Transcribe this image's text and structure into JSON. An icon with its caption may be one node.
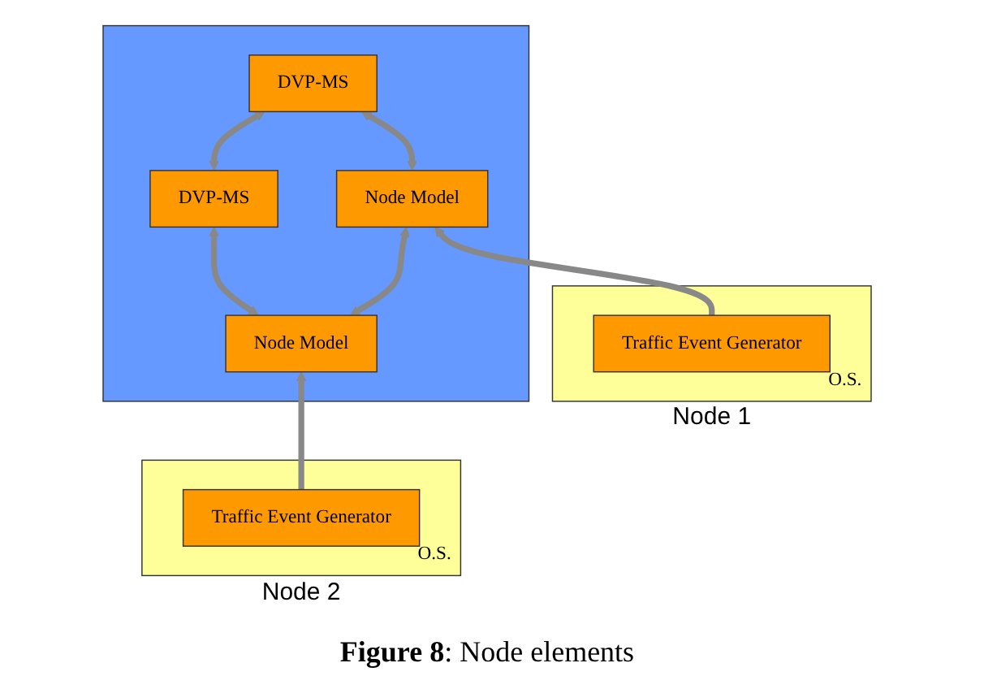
{
  "diagram": {
    "caption": "**Figure 8**: Node elements",
    "nodes": [
      {
        "text": [
          "O.S."
        ],
        "beside": [
          "Node 1"
        ]
      },
      {
        "text": [
          "O.S."
        ],
        "beside": [
          "Node 2"
        ]
      },
      {
        "text": [],
        "shape": "box"
      },
      {
        "text": [
          "DVP-MS"
        ],
        "in": 2
      },
      {
        "text": [
          "DVP-MS"
        ],
        "in": 2
      },
      {
        "text": [
          "Node Model"
        ],
        "in": 2
      },
      {
        "text": [
          "Node Model"
        ],
        "in": 2
      },
      {
        "text": [
          "Traffic Event Generator"
        ],
        "in": 0
      },
      {
        "text": [
          "Traffic Event Generator"
        ],
        "in": 1
      }
    ],
    "edges": [
      {
        "from": 3,
        "to": 4,
        "arrow": "both"
      },
      {
        "from": 3,
        "to": 5,
        "arrow": "both"
      },
      {
        "from": 4,
        "to": 6,
        "arrow": "both"
      },
      {
        "from": 5,
        "to": 6,
        "arrow": "both"
      },
      {
        "from": 7,
        "to": 5,
        "arrow": "to"
      },
      {
        "from": 8,
        "to": 6,
        "arrow": "to"
      }
    ]
  }
}
